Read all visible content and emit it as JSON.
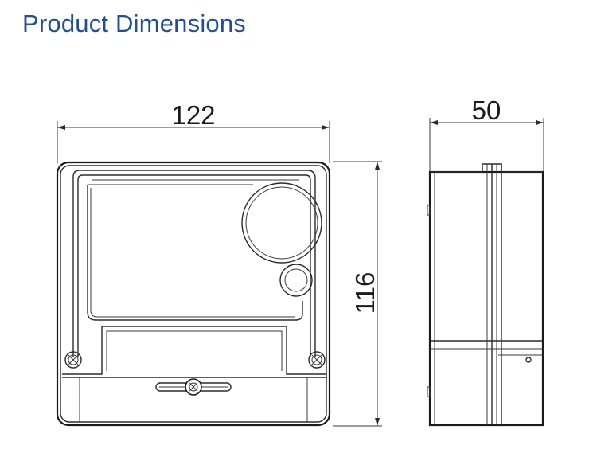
{
  "header": {
    "title": "Product Dimensions"
  },
  "dimensions": {
    "width": "122",
    "depth": "50",
    "height": "116"
  }
}
